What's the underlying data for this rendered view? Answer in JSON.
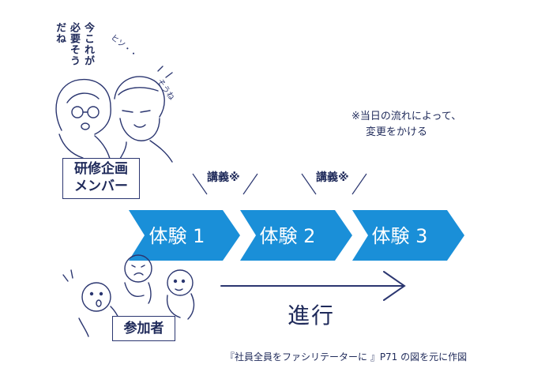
{
  "top_speech": {
    "line1": "今これが",
    "line2": "必要そう",
    "line3": "だね",
    "murmur1": "ヒソ・・",
    "murmur2": "そうね"
  },
  "planning_label": {
    "line1": "研修企画",
    "line2": "メンバー"
  },
  "note": {
    "line1": "※当日の流れによって、",
    "line2": "変更をかける"
  },
  "lectures": [
    "講義※",
    "講義※"
  ],
  "steps": [
    "体験 1",
    "体験 2",
    "体験 3"
  ],
  "progress_label": "進行",
  "participants_label": "参加者",
  "caption": "『社員全員をファシリテーターに 』P71 の図を元に作図",
  "colors": {
    "arrow_blue": "#1a8fd8",
    "ink": "#1f2a5a"
  }
}
